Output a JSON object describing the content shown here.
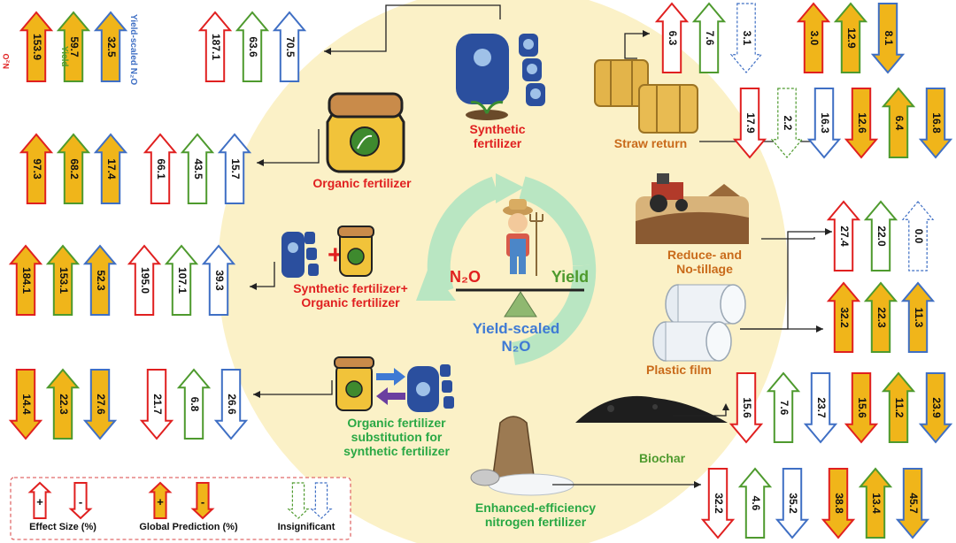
{
  "legend_top": {
    "n2o": "N₂O",
    "yield": "Yield",
    "ysn2o": "Yield-scaled N₂O"
  },
  "center": {
    "n2o": "N₂O",
    "yield": "Yield",
    "ysn2o_line1": "Yield-scaled",
    "ysn2o_line2": "N₂O"
  },
  "practices": {
    "synthetic": {
      "label_l1": "Synthetic",
      "label_l2": "fertilizer",
      "effect": [
        {
          "v": "187.1",
          "dir": "up",
          "t": "n2o"
        },
        {
          "v": "63.6",
          "dir": "up",
          "t": "yield"
        },
        {
          "v": "70.5",
          "dir": "up",
          "t": "ys"
        }
      ],
      "global": [
        {
          "v": "153.9",
          "dir": "up",
          "t": "n2o"
        },
        {
          "v": "59.7",
          "dir": "up",
          "t": "yield"
        },
        {
          "v": "32.5",
          "dir": "up",
          "t": "ys"
        }
      ]
    },
    "organic": {
      "label_l1": "Organic fertilizer",
      "effect": [
        {
          "v": "66.1",
          "dir": "up",
          "t": "n2o"
        },
        {
          "v": "43.5",
          "dir": "up",
          "t": "yield"
        },
        {
          "v": "15.7",
          "dir": "up",
          "t": "ys"
        }
      ],
      "global": [
        {
          "v": "97.3",
          "dir": "up",
          "t": "n2o"
        },
        {
          "v": "68.2",
          "dir": "up",
          "t": "yield"
        },
        {
          "v": "17.4",
          "dir": "up",
          "t": "ys"
        }
      ]
    },
    "combined": {
      "label_l1": "Synthetic fertilizer+",
      "label_l2": "Organic fertilizer",
      "effect": [
        {
          "v": "195.0",
          "dir": "up",
          "t": "n2o"
        },
        {
          "v": "107.1",
          "dir": "up",
          "t": "yield"
        },
        {
          "v": "39.3",
          "dir": "up",
          "t": "ys"
        }
      ],
      "global": [
        {
          "v": "184.1",
          "dir": "up",
          "t": "n2o"
        },
        {
          "v": "153.1",
          "dir": "up",
          "t": "yield"
        },
        {
          "v": "52.3",
          "dir": "up",
          "t": "ys"
        }
      ]
    },
    "substitution": {
      "label_l1": "Organic fertilizer",
      "label_l2": "substitution for",
      "label_l3": "synthetic fertilizer",
      "effect": [
        {
          "v": "21.7",
          "dir": "down",
          "t": "n2o"
        },
        {
          "v": "6.8",
          "dir": "up",
          "t": "yield"
        },
        {
          "v": "26.6",
          "dir": "down",
          "t": "ys"
        }
      ],
      "global": [
        {
          "v": "14.4",
          "dir": "down",
          "t": "n2o"
        },
        {
          "v": "22.3",
          "dir": "up",
          "t": "yield"
        },
        {
          "v": "27.6",
          "dir": "down",
          "t": "ys"
        }
      ]
    },
    "straw": {
      "label_l1": "Straw return",
      "effect": [
        {
          "v": "6.3",
          "dir": "up",
          "t": "n2o"
        },
        {
          "v": "7.6",
          "dir": "up",
          "t": "yield"
        },
        {
          "v": "3.1",
          "dir": "down",
          "t": "ys",
          "ins": true
        }
      ],
      "global": [
        {
          "v": "3.0",
          "dir": "up",
          "t": "n2o"
        },
        {
          "v": "12.9",
          "dir": "up",
          "t": "yield"
        },
        {
          "v": "8.1",
          "dir": "down",
          "t": "ys"
        }
      ]
    },
    "tillage": {
      "label_l1": "Reduce- and",
      "label_l2": "No-tillage",
      "effect_a": [
        {
          "v": "17.9",
          "dir": "down",
          "t": "n2o"
        },
        {
          "v": "2.2",
          "dir": "down",
          "t": "yield",
          "ins": true
        },
        {
          "v": "16.3",
          "dir": "down",
          "t": "ys"
        }
      ],
      "global_a": [
        {
          "v": "12.6",
          "dir": "down",
          "t": "n2o"
        },
        {
          "v": "6.4",
          "dir": "up",
          "t": "yield"
        },
        {
          "v": "16.8",
          "dir": "down",
          "t": "ys"
        }
      ]
    },
    "film": {
      "label_l1": "Plastic film",
      "effect": [
        {
          "v": "27.4",
          "dir": "up",
          "t": "n2o"
        },
        {
          "v": "22.0",
          "dir": "up",
          "t": "yield"
        },
        {
          "v": "0.0",
          "dir": "up",
          "t": "ys",
          "ins": true
        }
      ],
      "global": [
        {
          "v": "32.2",
          "dir": "up",
          "t": "n2o"
        },
        {
          "v": "22.3",
          "dir": "up",
          "t": "yield"
        },
        {
          "v": "11.3",
          "dir": "up",
          "t": "ys"
        }
      ]
    },
    "biochar": {
      "label_l1": "Biochar",
      "effect": [
        {
          "v": "15.6",
          "dir": "down",
          "t": "n2o"
        },
        {
          "v": "7.6",
          "dir": "up",
          "t": "yield"
        },
        {
          "v": "23.7",
          "dir": "down",
          "t": "ys"
        }
      ],
      "global": [
        {
          "v": "15.6",
          "dir": "down",
          "t": "n2o"
        },
        {
          "v": "11.2",
          "dir": "up",
          "t": "yield"
        },
        {
          "v": "23.9",
          "dir": "down",
          "t": "ys"
        }
      ]
    },
    "eenf": {
      "label_l1": "Enhanced-efficiency",
      "label_l2": "nitrogen fertilizer",
      "effect": [
        {
          "v": "32.2",
          "dir": "down",
          "t": "n2o"
        },
        {
          "v": "4.6",
          "dir": "up",
          "t": "yield"
        },
        {
          "v": "35.2",
          "dir": "down",
          "t": "ys"
        }
      ],
      "global": [
        {
          "v": "38.8",
          "dir": "down",
          "t": "n2o"
        },
        {
          "v": "13.4",
          "dir": "up",
          "t": "yield"
        },
        {
          "v": "45.7",
          "dir": "down",
          "t": "ys"
        }
      ]
    }
  },
  "legend": {
    "effect_size": "Effect Size (%)",
    "global_prediction": "Global Prediction (%)",
    "insignificant": "Insignificant",
    "plus": "+",
    "minus": "-"
  },
  "colors": {
    "n2o": "#e02020",
    "yield": "#4e9a2e",
    "ys": "#3f6fc4",
    "fill": "#f0b51a",
    "circle": "#fbf1c7",
    "red_label": "#e02020",
    "green_label": "#2aa845",
    "orange_label": "#c96a1a",
    "center_blue": "#3f7ad4"
  }
}
